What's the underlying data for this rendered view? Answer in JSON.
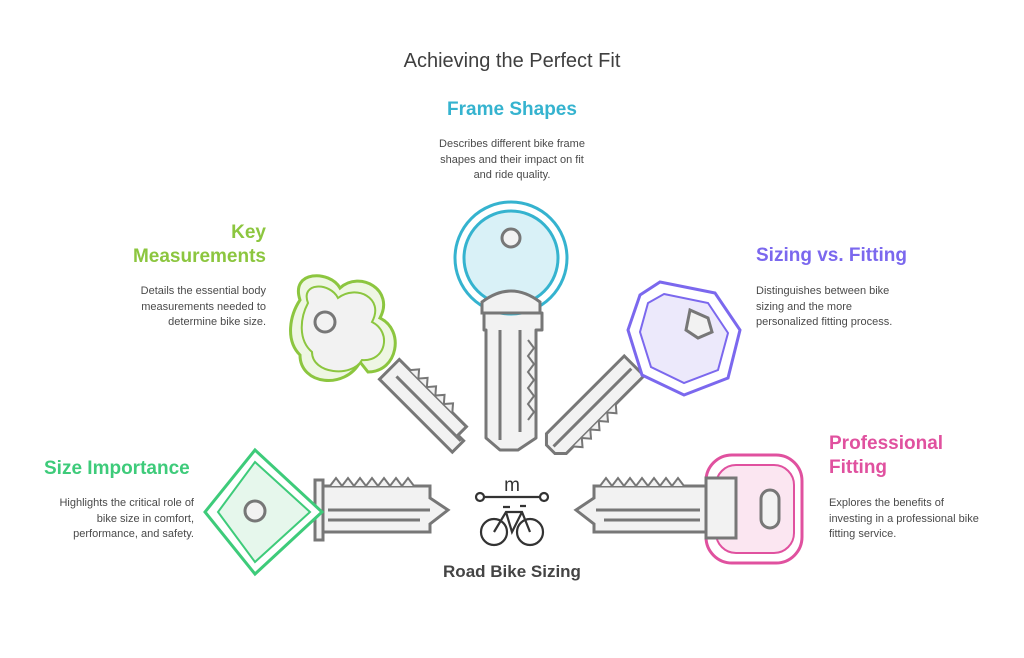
{
  "title": "Achieving the Perfect Fit",
  "center": {
    "label": "Road Bike Sizing",
    "icon": "bike-sizing-icon",
    "icon_letter": "m"
  },
  "colors": {
    "frame_shapes": "#35b3cf",
    "key_measurements": "#8cc63f",
    "sizing_vs_fitting": "#7b68ee",
    "professional_fitting": "#e0519f",
    "size_importance": "#3ecb7a",
    "key_fill": "#f2f2f2",
    "key_stroke": "#777777"
  },
  "sections": {
    "frame_shapes": {
      "heading": "Frame Shapes",
      "line1": "Describes different bike frame",
      "line2": "shapes and their impact on fit",
      "line3": "and ride quality."
    },
    "key_measurements": {
      "heading1": "Key",
      "heading2": "Measurements",
      "line1": "Details the essential body",
      "line2": "measurements needed to",
      "line3": "determine bike size."
    },
    "sizing_vs_fitting": {
      "heading": "Sizing vs. Fitting",
      "line1": "Distinguishes between bike",
      "line2": "sizing and the more",
      "line3": "personalized fitting process."
    },
    "professional_fitting": {
      "heading1": "Professional",
      "heading2": "Fitting",
      "line1": "Explores the benefits of",
      "line2": "investing in a professional bike",
      "line3": "fitting service."
    },
    "size_importance": {
      "heading": "Size Importance",
      "line1": "Highlights the critical role of",
      "line2": "bike size in comfort,",
      "line3": "performance, and safety."
    }
  }
}
